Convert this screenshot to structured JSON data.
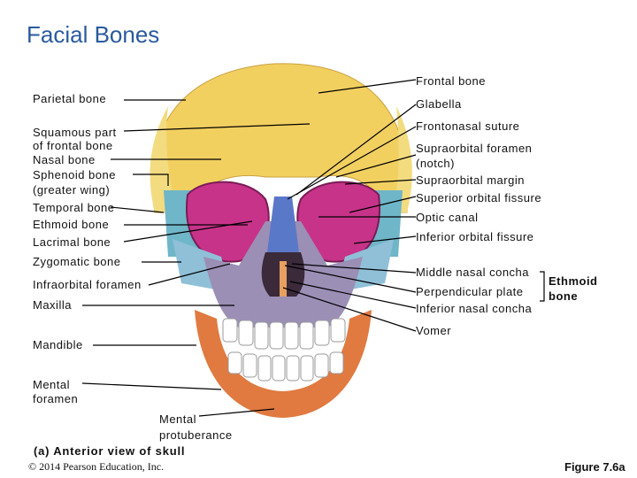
{
  "title": "Facial Bones",
  "labels_left": {
    "parietal": "Parietal bone",
    "squamous_1": "Squamous part",
    "squamous_2": "of frontal bone",
    "nasal": "Nasal bone",
    "sphenoid_1": "Sphenoid bone",
    "sphenoid_2": "(greater wing)",
    "temporal": "Temporal bone",
    "ethmoid": "Ethmoid bone",
    "lacrimal": "Lacrimal bone",
    "zygomatic": "Zygomatic bone",
    "infraorbital": "Infraorbital foramen",
    "maxilla": "Maxilla",
    "mandible": "Mandible",
    "mental_foramen_1": "Mental",
    "mental_foramen_2": "foramen",
    "mental_prot_1": "Mental",
    "mental_prot_2": "protuberance"
  },
  "labels_right": {
    "frontal": "Frontal bone",
    "glabella": "Glabella",
    "frontonasal": "Frontonasal suture",
    "supraorbital_foramen_1": "Supraorbital foramen",
    "supraorbital_foramen_2": "(notch)",
    "supraorbital_margin": "Supraorbital margin",
    "superior_fissure": "Superior orbital fissure",
    "optic": "Optic canal",
    "inferior_fissure": "Inferior orbital fissure",
    "middle_concha": "Middle nasal concha",
    "perpendicular": "Perpendicular plate",
    "ethmoid_group_1": "Ethmoid",
    "ethmoid_group_2": "bone",
    "inferior_concha": "Inferior nasal concha",
    "vomer": "Vomer"
  },
  "subtitle": "(a) Anterior view of skull",
  "copyright": "© 2014 Pearson Education, Inc.",
  "figure": "Figure 7.6a",
  "colors": {
    "title": "#2a5a9e",
    "frontal": "#f2d060",
    "parietal": "#f3dc80",
    "sphenoid": "#6fb6c9",
    "orbit": "#c8338a",
    "nasal": "#5a78c8",
    "maxilla": "#9b8fb6",
    "mandible": "#e07a40",
    "zygomatic": "#8fc0d8",
    "teeth": "#ffffff"
  }
}
